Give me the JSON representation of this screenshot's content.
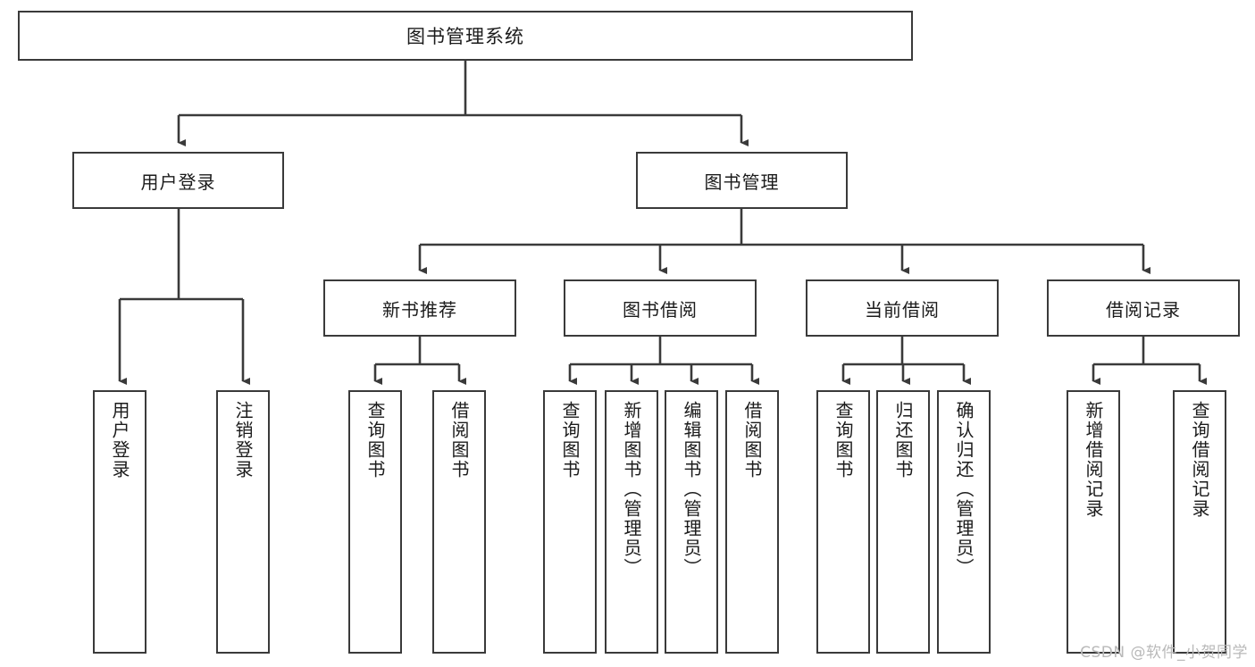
{
  "diagram": {
    "title": "图书管理系统",
    "type": "tree-hierarchy-chart",
    "root": {
      "id": "root",
      "label": "图书管理系统"
    },
    "level1": [
      {
        "id": "user-login",
        "label": "用户登录"
      },
      {
        "id": "book-manage",
        "label": "图书管理"
      }
    ],
    "level2": [
      {
        "id": "new-book-recommend",
        "label": "新书推荐",
        "parent": "book-manage"
      },
      {
        "id": "book-borrow",
        "label": "图书借阅",
        "parent": "book-manage"
      },
      {
        "id": "current-borrow",
        "label": "当前借阅",
        "parent": "book-manage"
      },
      {
        "id": "borrow-record",
        "label": "借阅记录",
        "parent": "book-manage"
      }
    ],
    "leaves": [
      {
        "id": "leaf-user-login",
        "label": "用户登录",
        "parent": "user-login"
      },
      {
        "id": "leaf-logout-login",
        "label": "注销登录",
        "parent": "user-login"
      },
      {
        "id": "leaf-query-book-1",
        "label": "查询图书",
        "parent": "new-book-recommend"
      },
      {
        "id": "leaf-borrow-book-1",
        "label": "借阅图书",
        "parent": "new-book-recommend"
      },
      {
        "id": "leaf-query-book-2",
        "label": "查询图书",
        "parent": "book-borrow"
      },
      {
        "id": "leaf-add-book",
        "label": "新增图书（管理员）",
        "parent": "book-borrow"
      },
      {
        "id": "leaf-edit-book",
        "label": "编辑图书（管理员）",
        "parent": "book-borrow"
      },
      {
        "id": "leaf-borrow-book-2",
        "label": "借阅图书",
        "parent": "book-borrow"
      },
      {
        "id": "leaf-query-book-3",
        "label": "查询图书",
        "parent": "current-borrow"
      },
      {
        "id": "leaf-return-book",
        "label": "归还图书",
        "parent": "current-borrow"
      },
      {
        "id": "leaf-confirm-return",
        "label": "确认归还（管理员）",
        "parent": "current-borrow"
      },
      {
        "id": "leaf-add-record",
        "label": "新增借阅记录",
        "parent": "borrow-record"
      },
      {
        "id": "leaf-query-record",
        "label": "查询借阅记录",
        "parent": "borrow-record"
      }
    ],
    "watermark": "CSDN @软件_小贺同学",
    "colors": {
      "border": "#3a3a3a",
      "text": "#1b1b1b",
      "background": "#ffffff",
      "connector": "#3a3a3a",
      "watermark": "#b9b9b9"
    }
  }
}
